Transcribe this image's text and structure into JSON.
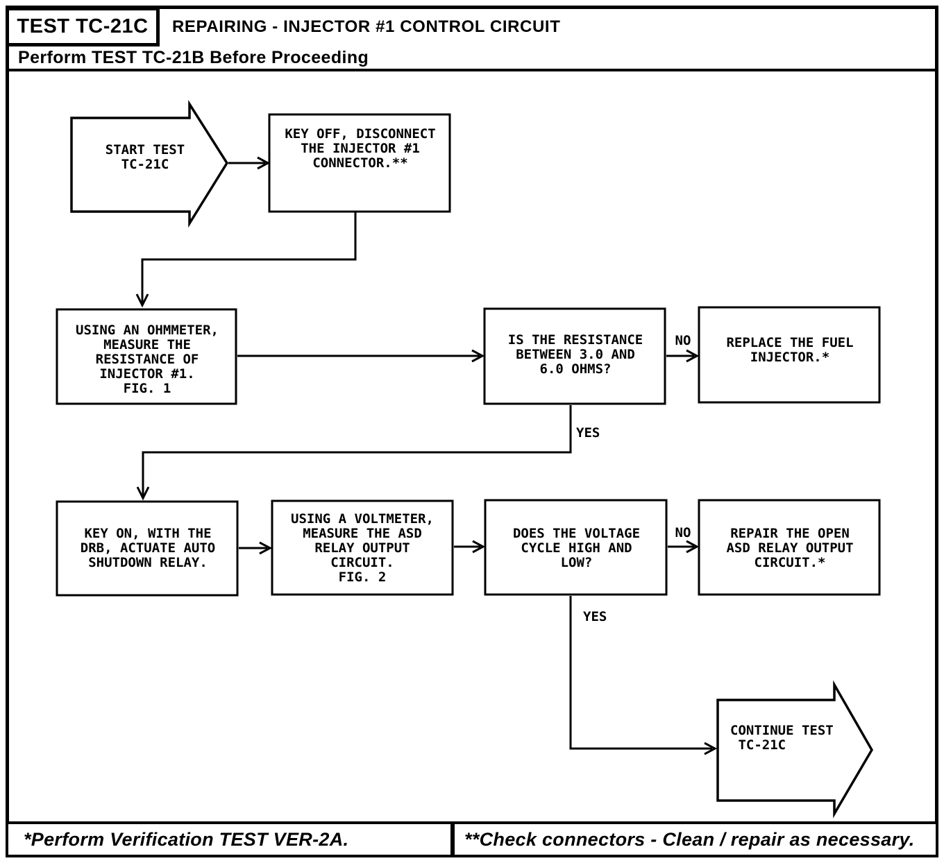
{
  "header": {
    "test_id": "TEST TC-21C",
    "title": "REPAIRING - INJECTOR #1 CONTROL CIRCUIT",
    "subtitle": "Perform TEST TC-21B Before Proceeding"
  },
  "flowchart": {
    "start_label": "START TEST\nTC-21C",
    "step_key_off": "KEY OFF, DISCONNECT\nTHE INJECTOR #1\nCONNECTOR.**",
    "step_ohmmeter": "USING AN OHMMETER,\nMEASURE THE\nRESISTANCE OF\nINJECTOR #1.\nFIG. 1",
    "decision_resistance": "IS THE RESISTANCE\nBETWEEN 3.0 AND\n6.0 OHMS?",
    "no_label_1": "NO",
    "yes_label_1": "YES",
    "step_replace_injector": "REPLACE THE FUEL\nINJECTOR.*",
    "step_key_on": "KEY ON, WITH THE\nDRB, ACTUATE AUTO\nSHUTDOWN RELAY.",
    "step_voltmeter": "USING A VOLTMETER,\nMEASURE THE ASD\nRELAY OUTPUT\nCIRCUIT.\nFIG. 2",
    "decision_voltage": "DOES THE VOLTAGE\nCYCLE HIGH AND\nLOW?",
    "no_label_2": "NO",
    "yes_label_2": "YES",
    "step_repair_circuit": "REPAIR THE OPEN\nASD RELAY OUTPUT\nCIRCUIT.*",
    "continue_label": "CONTINUE TEST\n TC-21C"
  },
  "footnotes": {
    "left": "*Perform Verification TEST VER-2A.",
    "right": "**Check connectors - Clean / repair as necessary."
  },
  "colors": {
    "ink": "#000000",
    "paper": "#ffffff"
  }
}
